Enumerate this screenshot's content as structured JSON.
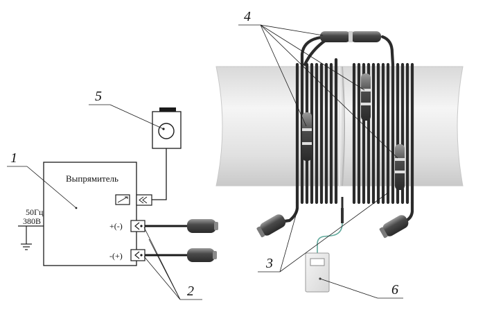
{
  "rectifier": {
    "title": "Выпрямитель",
    "input_frequency": "50Гц",
    "input_voltage": "380В",
    "terminal_positive": "+(-)",
    "terminal_negative": "-(+)"
  },
  "callouts": {
    "rectifier": "1",
    "terminals": "2",
    "heating_cables": "3",
    "connectors": "4",
    "control_device": "5",
    "temperature_meter": "6"
  },
  "colors": {
    "line": "#1a1a1a",
    "cable": "#2b2b2b",
    "pipe_shade": "#d4d4d4",
    "pipe_light": "#f2f2f2",
    "sensor_wire": "#5fa89a",
    "device_fill": "#e6e6e6"
  },
  "icons": [
    "ground-icon",
    "rectifier-icon",
    "dial-icon"
  ]
}
